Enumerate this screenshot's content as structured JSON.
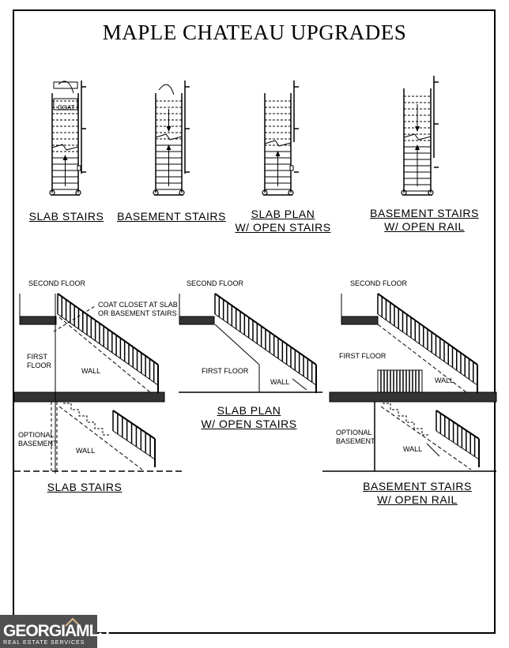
{
  "title": "MAPLE CHATEAU UPGRADES",
  "plan_labels": {
    "slab_stairs": "SLAB STAIRS",
    "basement_stairs": "BASEMENT STAIRS",
    "slab_plan_1": "SLAB PLAN",
    "slab_plan_2": "W/ OPEN STAIRS",
    "basement_rail_1": "BASEMENT STAIRS",
    "basement_rail_2": "W/ OPEN RAIL",
    "coat": "COAT"
  },
  "section_labels": {
    "second_floor": "SECOND FLOOR",
    "first_floor": "FIRST FLOOR",
    "first": "FIRST",
    "floor": "FLOOR",
    "coat_closet_1": "COAT CLOSET AT SLAB",
    "coat_closet_2": "OR BASEMENT STAIRS",
    "wall": "WALL",
    "optional": "OPTIONAL",
    "basement": "BASEMENT"
  },
  "section_captions": {
    "slab_stairs": "SLAB STAIRS",
    "slab_plan_1": "SLAB PLAN",
    "slab_plan_2": "W/ OPEN STAIRS",
    "basement_rail_1": "BASEMENT STAIRS",
    "basement_rail_2": "W/ OPEN RAIL"
  },
  "watermark": {
    "name": "GEORGIAMLS",
    "sub": "REAL ESTATE SERVICES"
  }
}
